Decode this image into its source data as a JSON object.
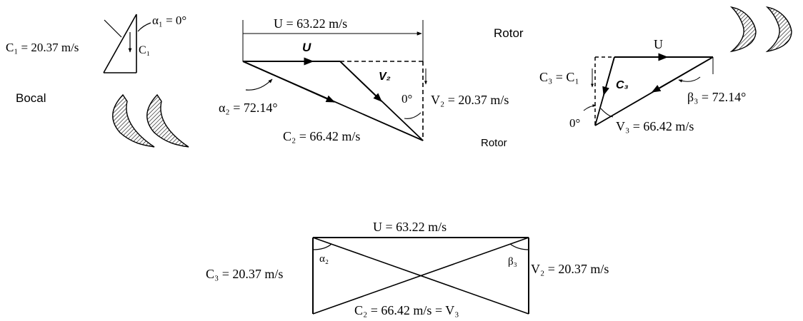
{
  "nozzle": {
    "alpha1": "α₁ = 0°",
    "c1_value": "C₁ = 20.37 m/s",
    "c1": "C₁",
    "bocal": "Bocal"
  },
  "inlet_triangle": {
    "u_dim": "U = 63.22 m/s",
    "u": "U",
    "v2": "V₂",
    "angle0": "0°",
    "v2_value": "V₂ = 20.37 m/s",
    "alpha2": "α₂ = 72.14°",
    "c2_value": "C₂ = 66.42 m/s",
    "rotor_top": "Rotor",
    "rotor_bottom": "Rotor"
  },
  "outlet_triangle": {
    "u": "U",
    "c3_eq_c1": "C₃ = C₁",
    "c3": "C₃",
    "beta3": "β₃ = 72.14°",
    "angle0": "0°",
    "v3_value": "V₃ = 66.42 m/s"
  },
  "combined": {
    "u_value": "U = 63.22 m/s",
    "c3_value": "C₃ = 20.37 m/s",
    "alpha2": "α₂",
    "beta3": "β₃",
    "v2_value": "V₂ = 20.37 m/s",
    "c2_v3": "C₂ = 66.42 m/s = V₃"
  }
}
